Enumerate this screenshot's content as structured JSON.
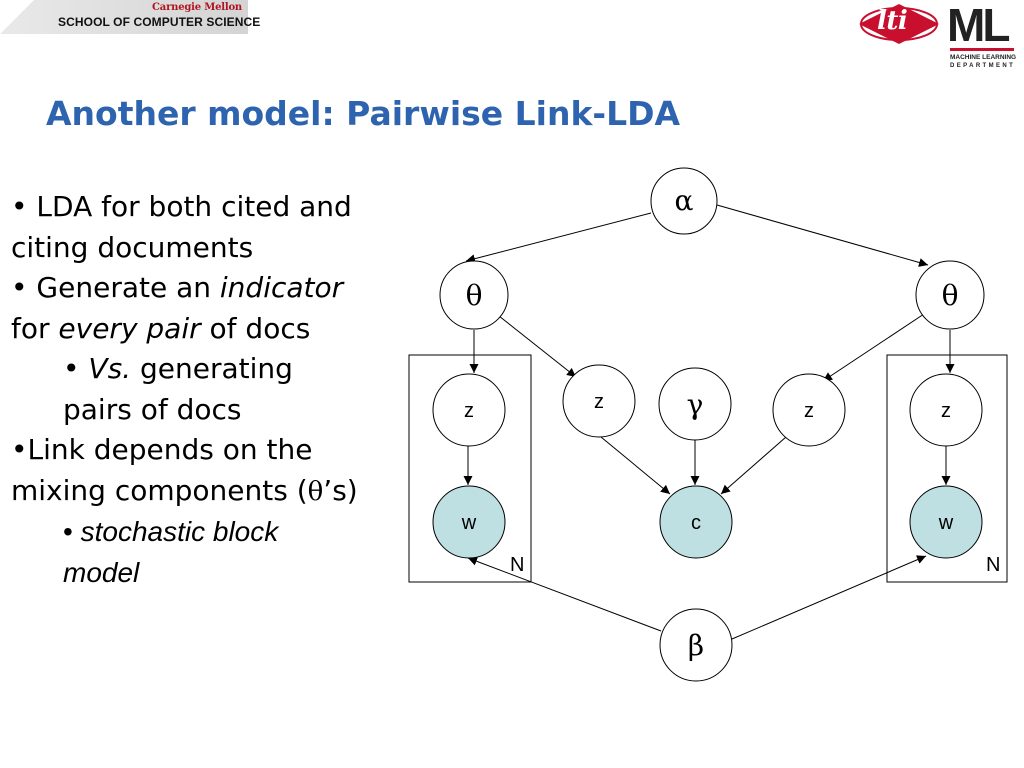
{
  "header": {
    "cmu_name": "Carnegie Mellon",
    "school": "SCHOOL OF COMPUTER SCIENCE",
    "lti_logo": "lti",
    "ml_logo": "ML",
    "ml_sub1": "MACHINE LEARNING",
    "ml_sub2": "DEPARTMENT"
  },
  "title": "Another model: Pairwise Link-LDA",
  "bullets": {
    "b1": "• LDA for both cited and citing documents",
    "b2_pre": "• Generate an ",
    "b2_it1": "indicator",
    "b2_mid": " for ",
    "b2_it2": "every pair",
    "b2_post": " of docs",
    "b3_pre": "• ",
    "b3_it": "Vs.",
    "b3_post": " generating pairs of docs",
    "b4_pre": "•Link depends on the mixing components (",
    "b4_theta": "θ",
    "b4_post": "’s)",
    "b5_pre": "• ",
    "b5_it": "stochastic block model"
  },
  "diagram": {
    "alpha": "α",
    "theta_left": "θ",
    "theta_right": "θ",
    "z_left": "z",
    "z_center_left": "z",
    "gamma": "γ",
    "z_center_right": "z",
    "z_right": "z",
    "w_left": "w",
    "c": "c",
    "w_right": "w",
    "beta": "β",
    "plate_left_label": "N",
    "plate_right_label": "N",
    "colors": {
      "observed_fill": "#bfe0e3",
      "latent_fill": "#ffffff",
      "stroke": "#000000",
      "title": "#2e63b0"
    }
  }
}
